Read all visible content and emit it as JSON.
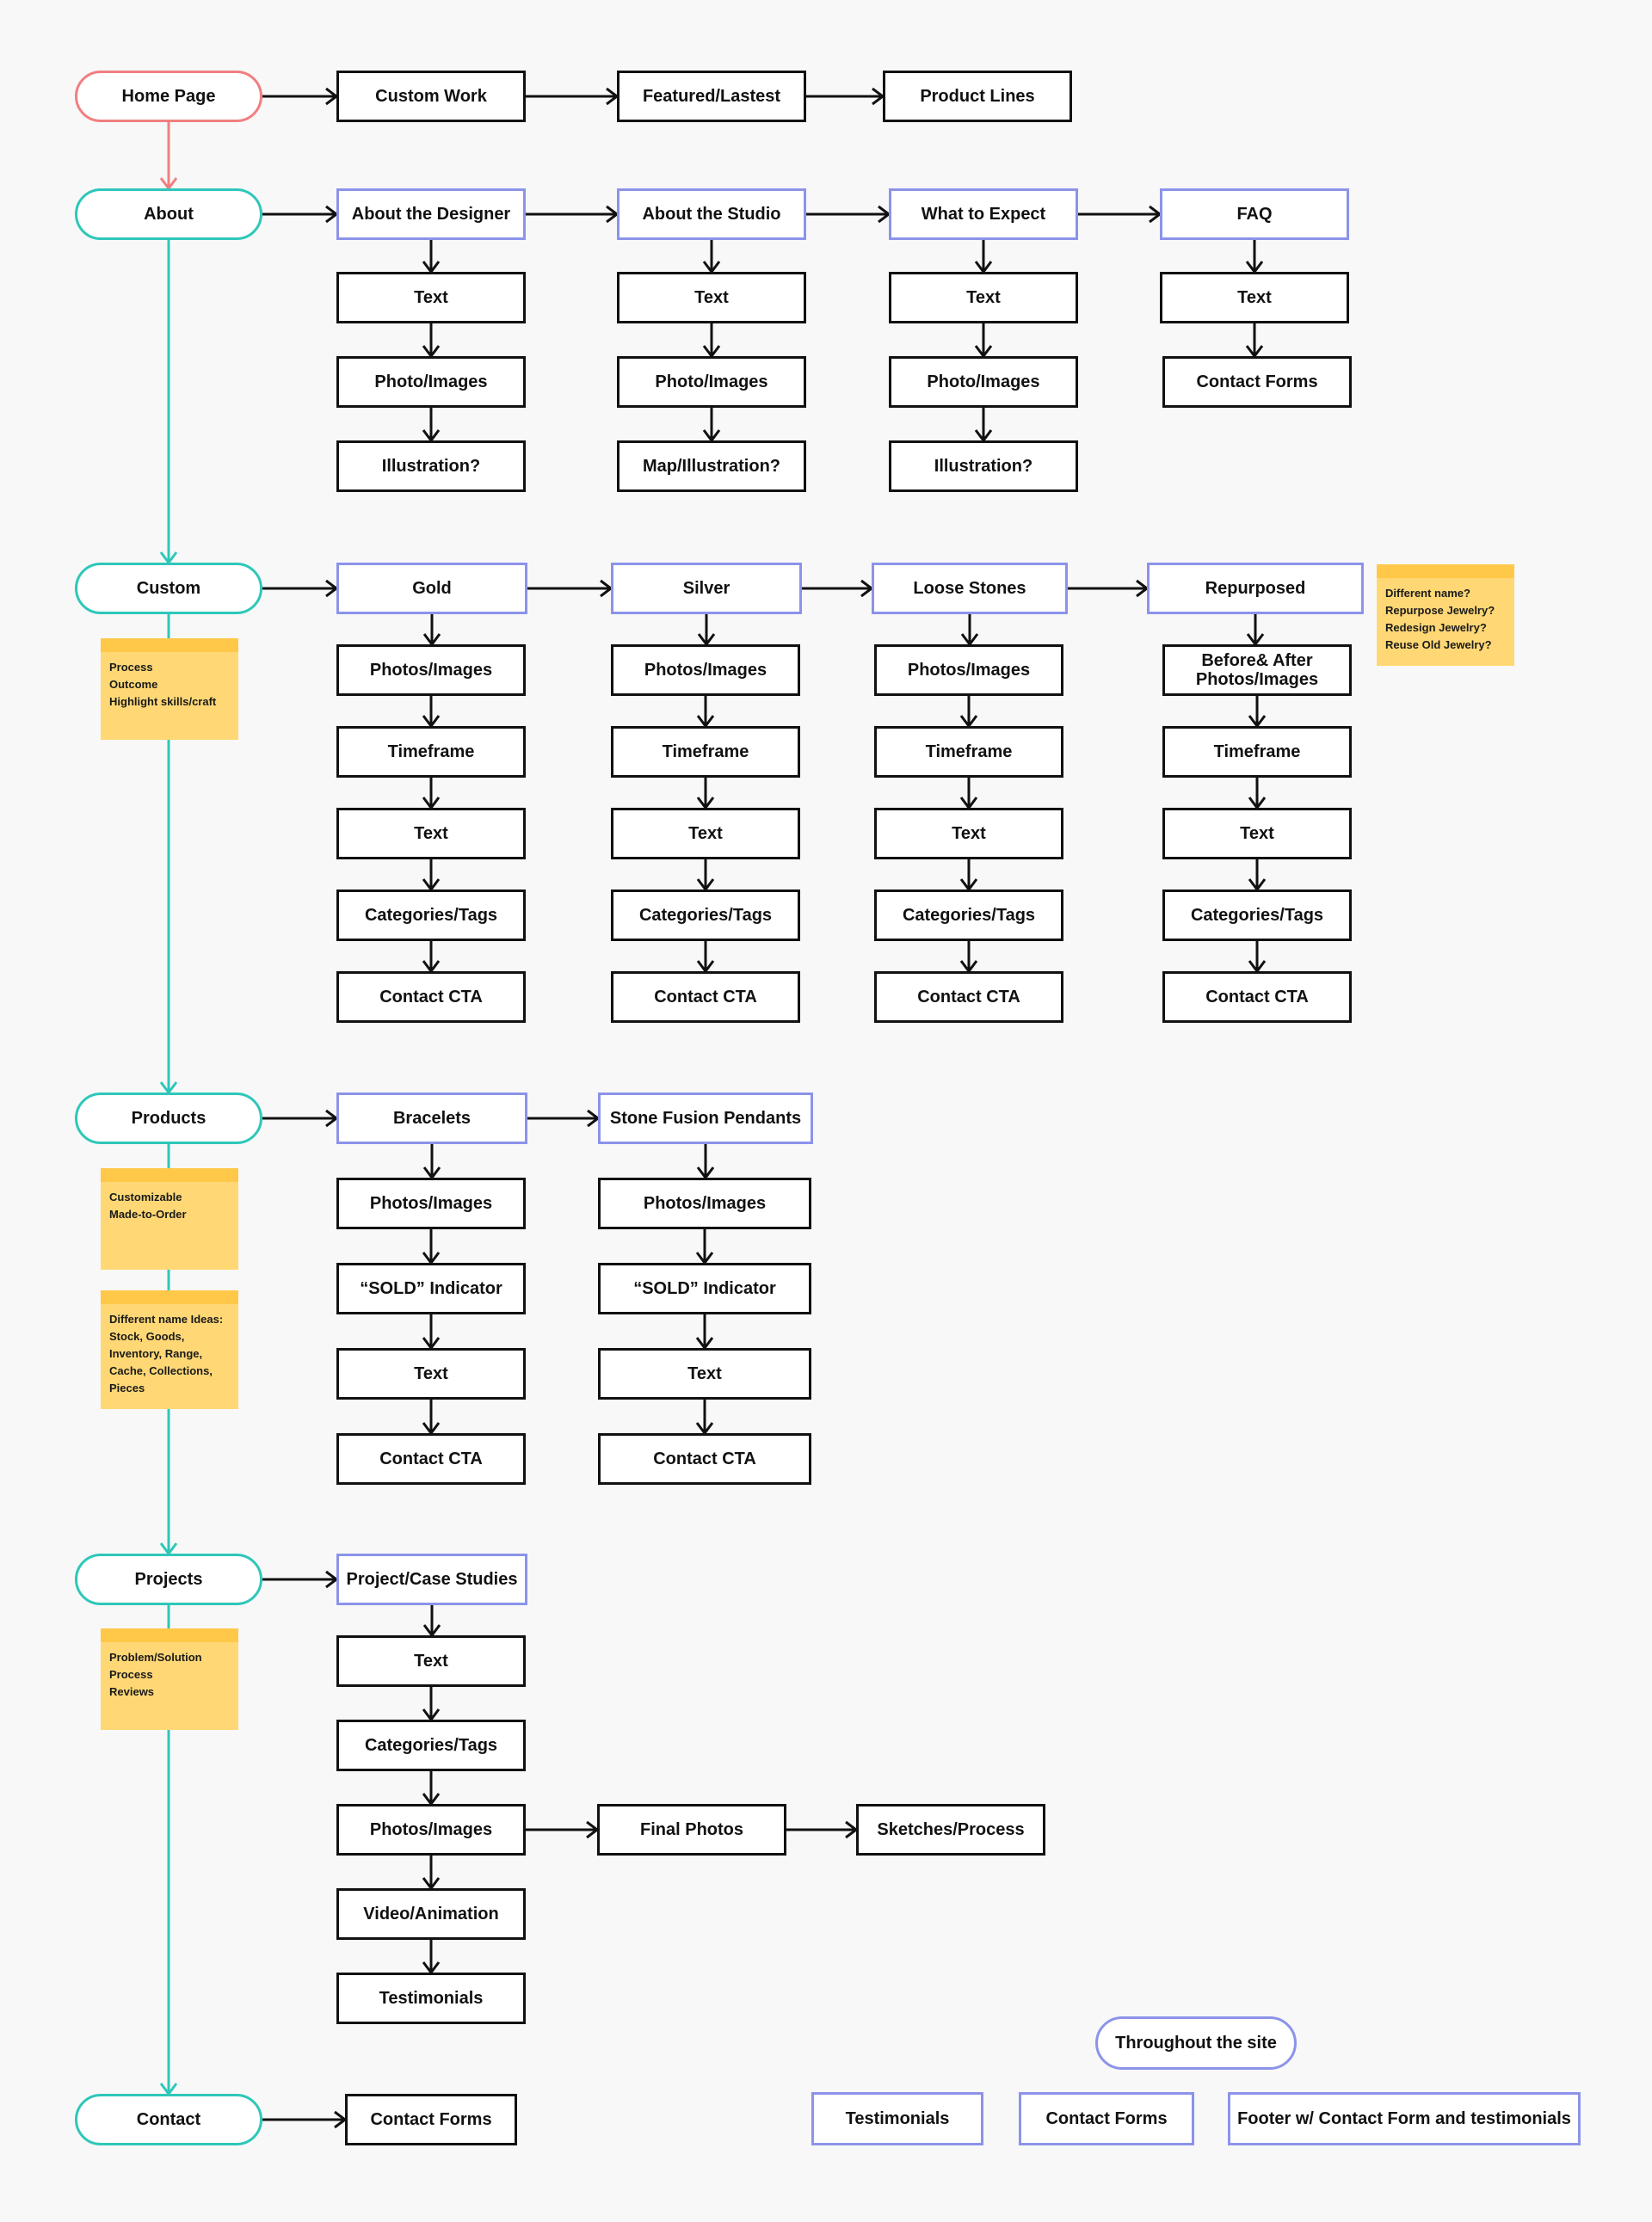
{
  "nodes": {
    "home": "Home Page",
    "custom_work": "Custom Work",
    "featured": "Featured/Lastest",
    "product_lines": "Product Lines",
    "about": "About",
    "about_designer": "About the Designer",
    "about_studio": "About the Studio",
    "what_expect": "What to Expect",
    "faq": "FAQ",
    "ad_text": "Text",
    "ad_photo": "Photo/Images",
    "ad_ill": "Illustration?",
    "as_text": "Text",
    "as_photo": "Photo/Images",
    "as_map": "Map/Illustration?",
    "we_text": "Text",
    "we_photo": "Photo/Images",
    "we_ill": "Illustration?",
    "faq_text": "Text",
    "faq_contact": "Contact Forms",
    "custom": "Custom",
    "gold": "Gold",
    "silver": "Silver",
    "loose": "Loose Stones",
    "repurposed": "Repurposed",
    "g_photo": "Photos/Images",
    "g_time": "Timeframe",
    "g_text": "Text",
    "g_cat": "Categories/Tags",
    "g_cta": "Contact CTA",
    "s_photo": "Photos/Images",
    "s_time": "Timeframe",
    "s_text": "Text",
    "s_cat": "Categories/Tags",
    "s_cta": "Contact CTA",
    "l_photo": "Photos/Images",
    "l_time": "Timeframe",
    "l_text": "Text",
    "l_cat": "Categories/Tags",
    "l_cta": "Contact CTA",
    "r_photo": "Before& After\nPhotos/Images",
    "r_time": "Timeframe",
    "r_text": "Text",
    "r_cat": "Categories/Tags",
    "r_cta": "Contact CTA",
    "products": "Products",
    "bracelets": "Bracelets",
    "pendants": "Stone Fusion Pendants",
    "b_photo": "Photos/Images",
    "b_sold": "“SOLD” Indicator",
    "b_text": "Text",
    "b_cta": "Contact CTA",
    "p_photo": "Photos/Images",
    "p_sold": "“SOLD” Indicator",
    "p_text": "Text",
    "p_cta": "Contact CTA",
    "projects": "Projects",
    "case_studies": "Project/Case Studies",
    "pr_text": "Text",
    "pr_cat": "Categories/Tags",
    "pr_photo": "Photos/Images",
    "final_photos": "Final Photos",
    "sketches": "Sketches/Process",
    "pr_video": "Video/Animation",
    "pr_testimonials": "Testimonials",
    "contact": "Contact",
    "contact_forms": "Contact Forms",
    "throughout": "Throughout the site",
    "g_testimonials": "Testimonials",
    "g_contact_forms": "Contact Forms",
    "g_footer": "Footer w/ Contact Form and testimonials"
  },
  "notes": {
    "custom_note": "Process\nOutcome\nHighlight skills/craft",
    "repurposed_note": "Different name?\nRepurpose Jewelry?\nRedesign Jewelry?\nReuse Old Jewelry?",
    "products_note1": "Customizable\nMade-to-Order",
    "products_note2": "Different name Ideas:\nStock, Goods,\nInventory, Range,\nCache, Collections,\nPieces",
    "projects_note": "Problem/Solution\nProcess\nReviews"
  },
  "colors": {
    "spine": "#2ec7b9",
    "home_link": "#f07f80",
    "section_border": "#8c93ea",
    "box_border": "#111111",
    "sticky": "#ffd875"
  }
}
